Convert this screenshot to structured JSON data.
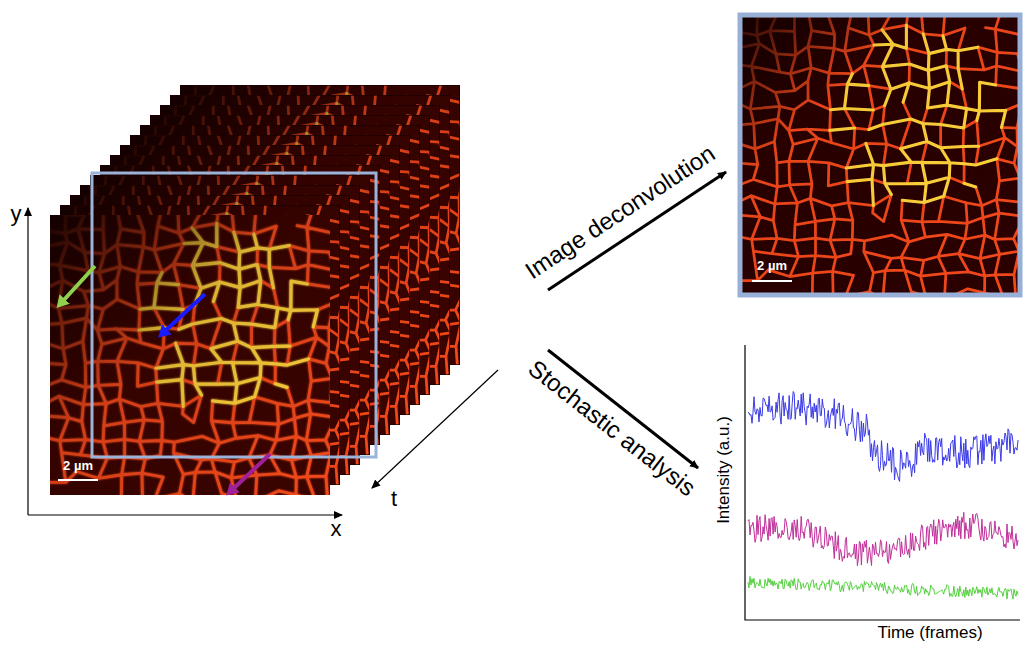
{
  "diagram": {
    "labels": [
      "y",
      "x",
      "t",
      "2 µm",
      "2 µm",
      "Image deconvolution",
      "Stochastic analysis",
      "Intensity (a.u.)",
      "Time (frames)"
    ]
  }
}
